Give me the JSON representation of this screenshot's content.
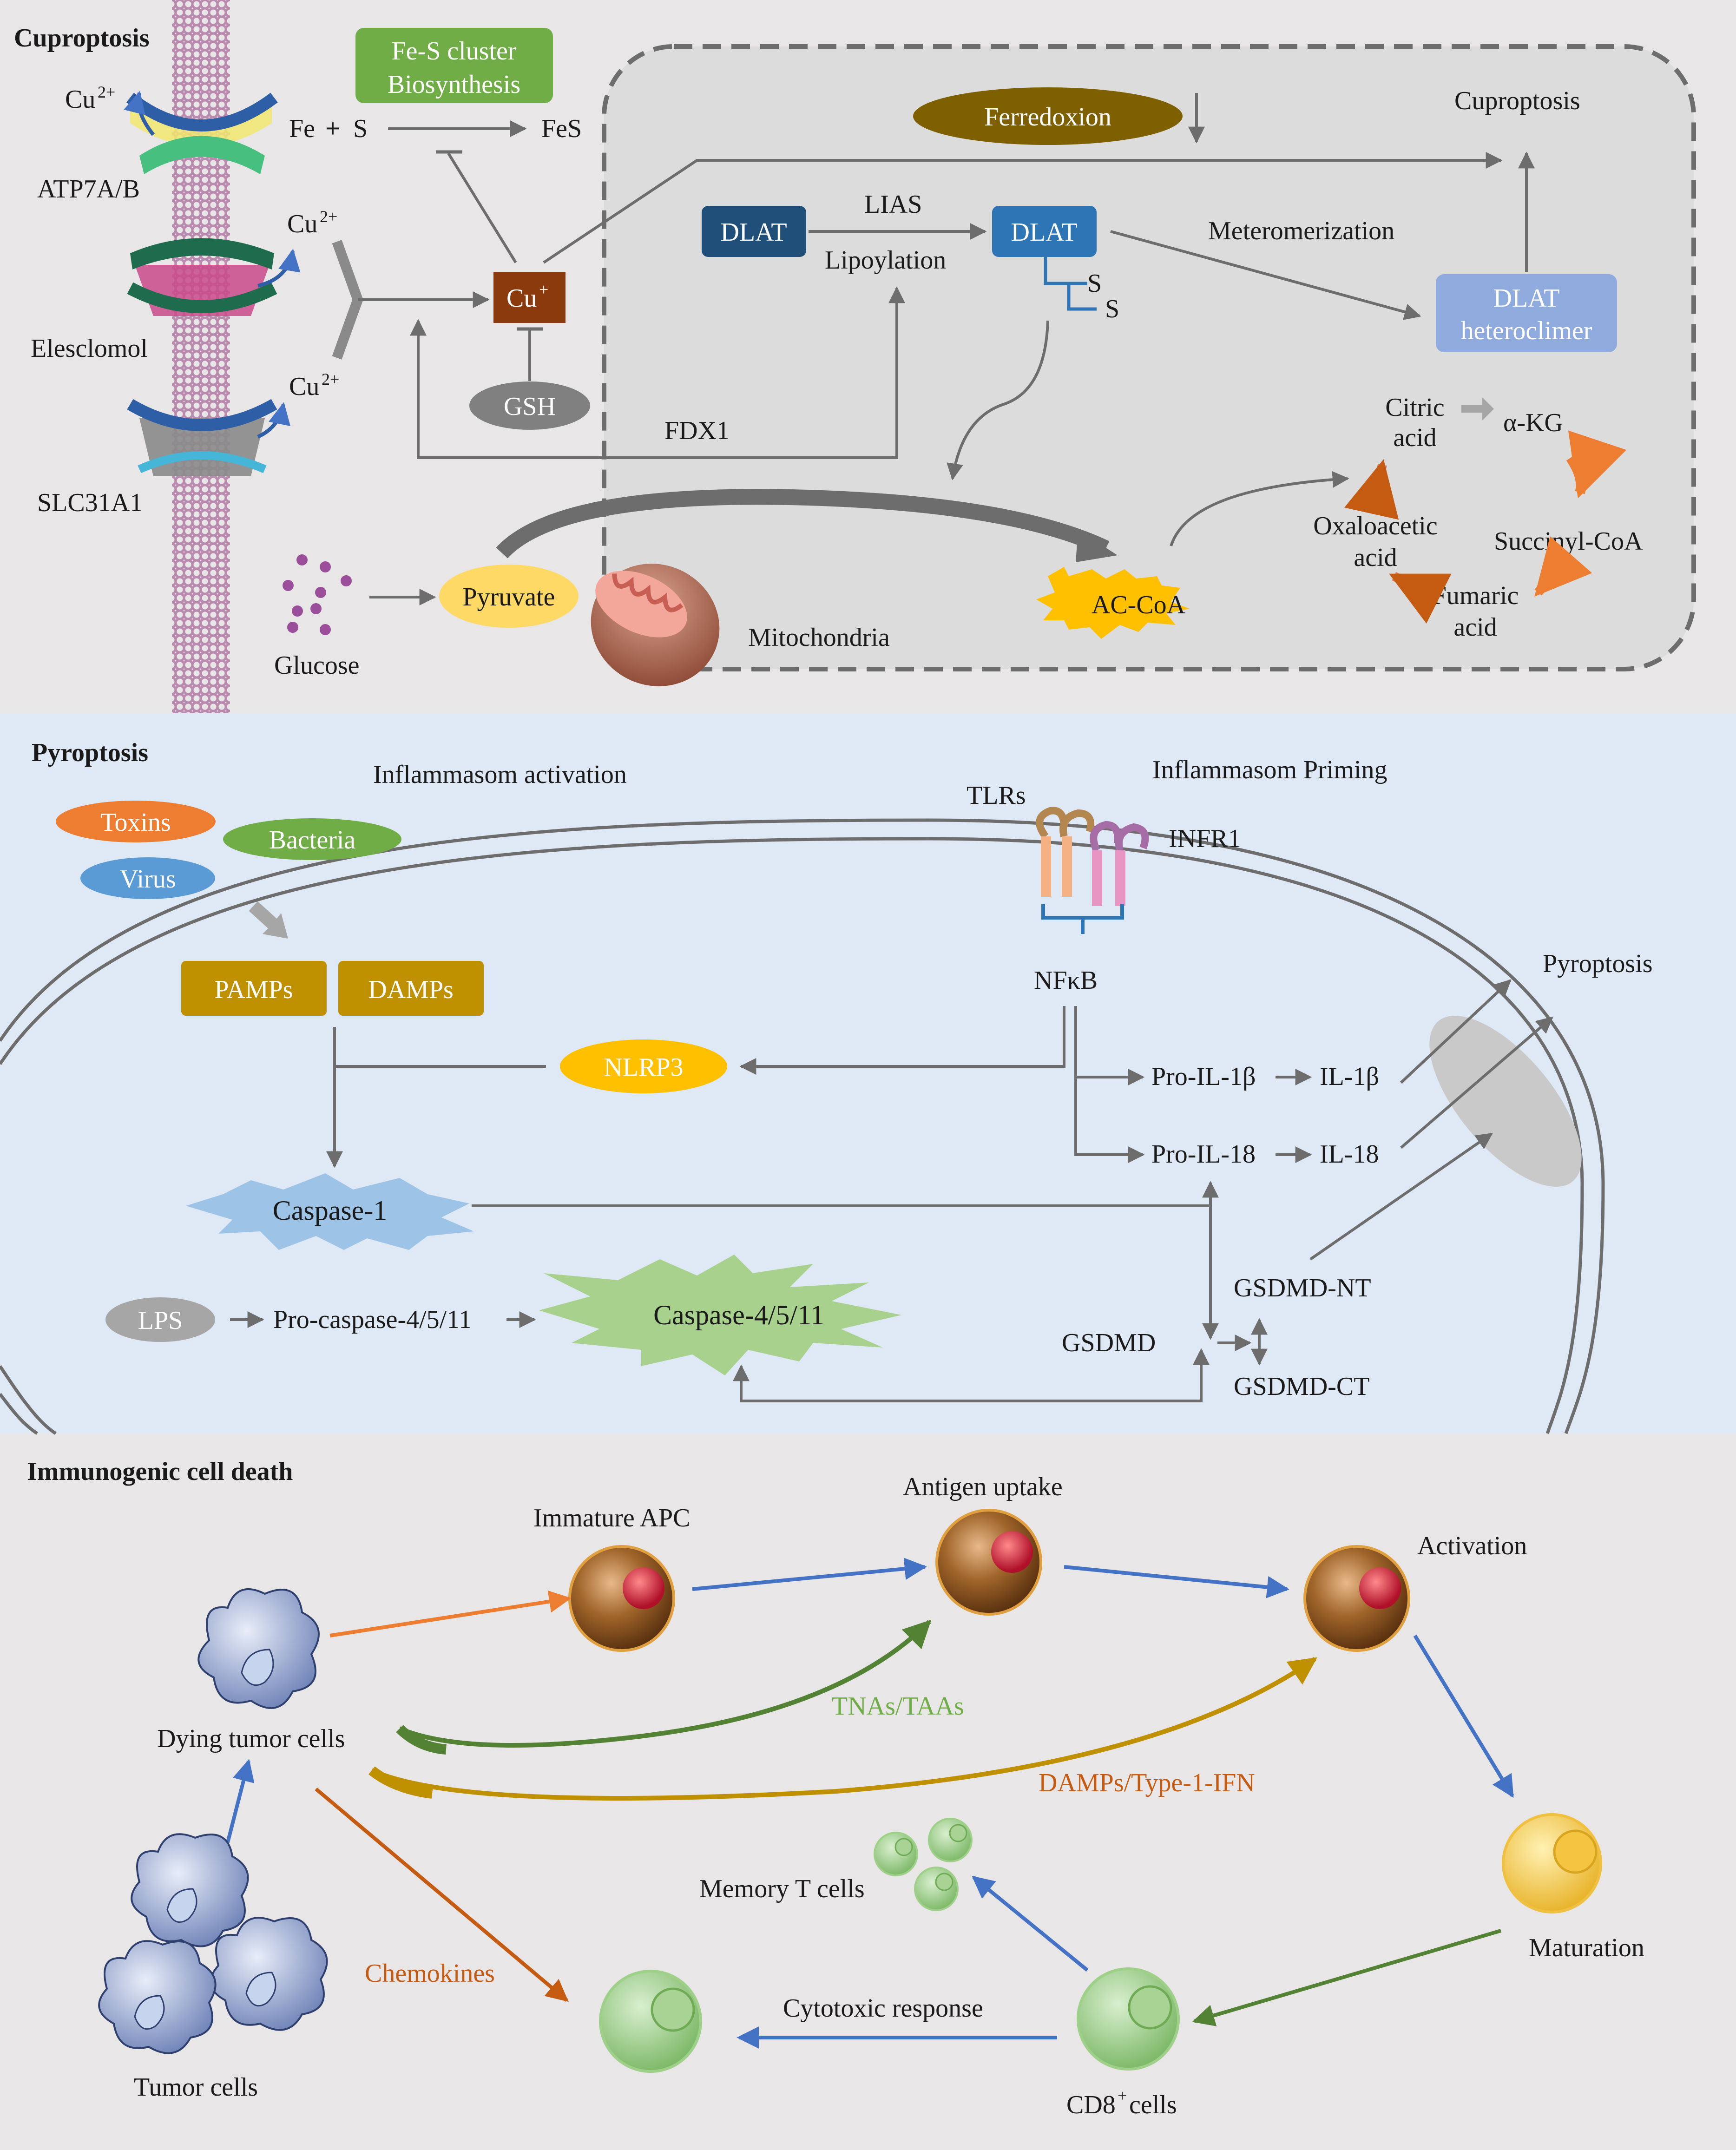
{
  "colors": {
    "panel_top": "#e8e6e6",
    "panel_mid": "#dfe9f5",
    "panel_bottom": "#e8e6e6",
    "arrow_gray": "#6d6d6d",
    "green_box": "#70ad47",
    "dlat_dark": "#1f4e79",
    "dlat_mid": "#2e75b6",
    "dlat_light": "#8faadc",
    "cu_box": "#8b3a0e",
    "ferredoxin": "#7f6000",
    "gold_box": "#bf9000",
    "nlrp3": "#ffc000",
    "orange_arrow": "#ed7d31",
    "blue_arrow": "#4472c4",
    "green_arrow": "#548235",
    "gold_arrow": "#bf9000"
  },
  "cuproptosis": {
    "title": "Cuproptosis",
    "fes_cluster": [
      "Fe-S cluster",
      "Biosynthesis"
    ],
    "cu_top": "Cu",
    "cu_mid": "Cu",
    "cu_bottom": "Cu",
    "cu_charge": "2+",
    "atp7": "ATP7A/B",
    "elesclomol": "Elesclomol",
    "slc31a1": "SLC31A1",
    "fe": "Fe",
    "plus": "+",
    "s": "S",
    "fes": "FeS",
    "cu_plus": "Cu",
    "cu_plus_charge": "+",
    "gsh": "GSH",
    "fdx1": "FDX1",
    "ferredoxion": "Ferredoxion",
    "cuproptosis_out": "Cuproptosis",
    "dlat": "DLAT",
    "lias": "LIAS",
    "lipoylation": "Lipoylation",
    "dlat2": "DLAT",
    "s1": "S",
    "s2": "S",
    "meteromerization": "Meteromerization",
    "dlat_hetero": [
      "DLAT",
      "heteroclimer"
    ],
    "citric": [
      "Citric",
      "acid"
    ],
    "akg": "α-KG",
    "succinyl": "Succinyl-CoA",
    "fumaric": [
      "Fumaric",
      "acid"
    ],
    "oxaloacetic": [
      "Oxaloacetic",
      "acid"
    ],
    "accoa": "AC-CoA",
    "pyruvate": "Pyruvate",
    "glucose": "Glucose",
    "mitochondria": "Mitochondria"
  },
  "pyroptosis": {
    "title": "Pyroptosis",
    "activation": "Inflammasom  activation",
    "priming": "Inflammasom  Priming",
    "toxins": "Toxins",
    "bacteria": "Bacteria",
    "virus": "Virus",
    "tlrs": "TLRs",
    "infr1": "INFR1",
    "pamps": "PAMPs",
    "damps": "DAMPs",
    "nfkb": "NFκB",
    "nlrp3": "NLRP3",
    "pyroptosis_out": "Pyroptosis",
    "pro_il1b": "Pro-IL-1β",
    "il1b": "IL-1β",
    "pro_il18": "Pro-IL-18",
    "il18": "IL-18",
    "caspase1": "Caspase-1",
    "lps": "LPS",
    "procaspase": "Pro-caspase-4/5/11",
    "caspase4511": "Caspase-4/5/11",
    "gsdmd": "GSDMD",
    "gsdmd_nt": "GSDMD-NT",
    "gsdmd_ct": "GSDMD-CT"
  },
  "icd": {
    "title": "Immunogenic  cell death",
    "immature_apc": "Immature APC",
    "antigen_uptake": "Antigen uptake",
    "activation": "Activation",
    "dying": "Dying  tumor cells",
    "tnas": "TNAs/TAAs",
    "damps_ifn": "DAMPs/Type-1-IFN",
    "maturation": "Maturation",
    "memory": "Memory  T cells",
    "chemokines": "Chemokines",
    "cytotoxic": "Cytotoxic  response",
    "cd8": "CD8",
    "cd8_sup": "+",
    "cd8_rest": " cells",
    "tumor": "Tumor cells"
  }
}
